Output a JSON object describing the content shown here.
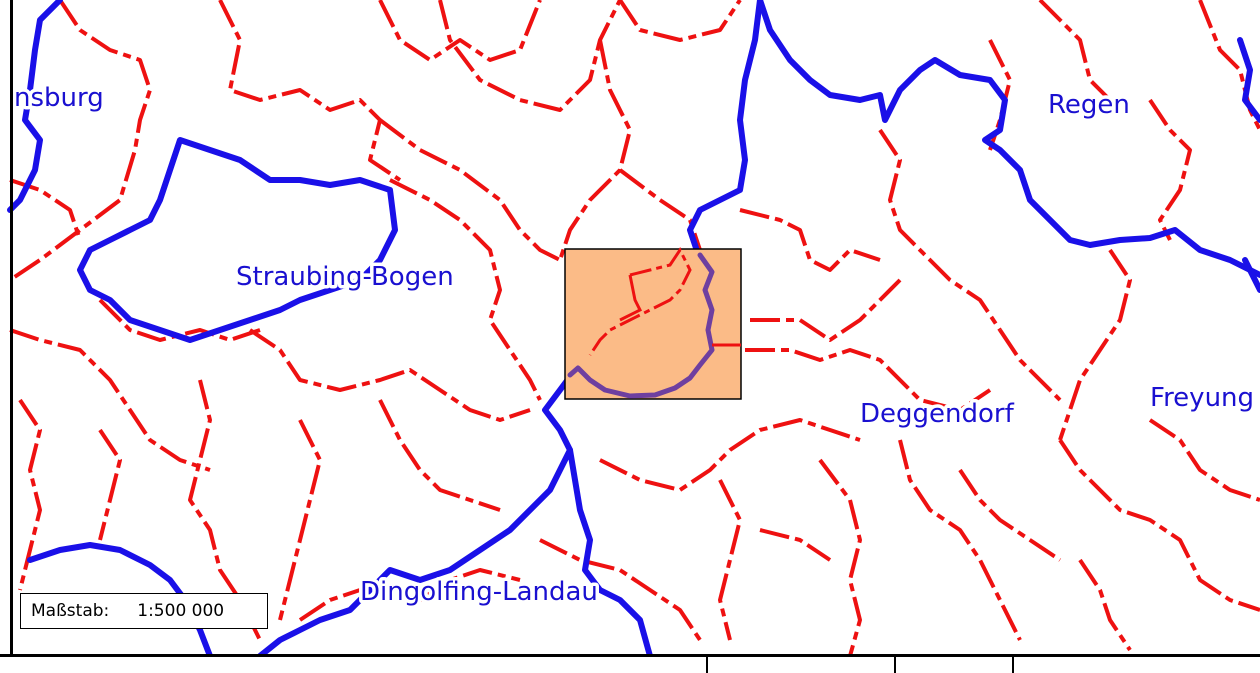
{
  "map": {
    "district_labels": [
      {
        "text": "nsburg"
      },
      {
        "text": "Regen"
      },
      {
        "text": "Straubing-Bogen"
      },
      {
        "text": "Deggendorf"
      },
      {
        "text": "Freyung"
      },
      {
        "text": "Dingolfing-Landau"
      }
    ],
    "highlight": {
      "fill_color": "#fbbb87",
      "border_color": "#000000"
    },
    "colors": {
      "municipality_border": "#ee1111",
      "district_border": "#1a10e8",
      "highlighted_border": "#6e3fa0",
      "label_text": "#1a10d0"
    }
  },
  "scale": {
    "label": "Maßstab:",
    "value": "1:500 000"
  }
}
